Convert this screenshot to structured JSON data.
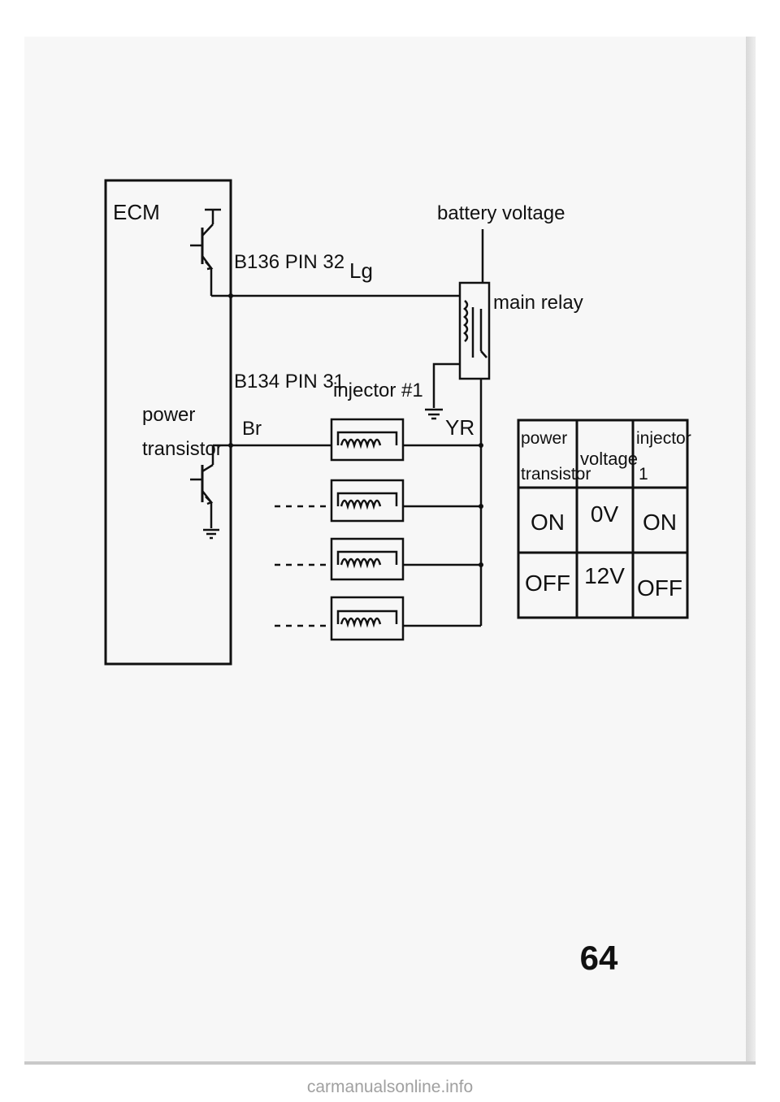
{
  "diagram": {
    "ecm_label": "ECM",
    "battery_label": "battery voltage",
    "pin32_label": "B136 PIN 32",
    "wire_lg_label": "Lg",
    "relay_label": "main relay",
    "pin31_label": "B134 PIN 31",
    "wire_br_label": "Br",
    "injector_label": "injector #1",
    "wire_yr_label": "YR",
    "power_transistor_label": [
      "power",
      "transistor"
    ]
  },
  "table": {
    "headers": [
      [
        "power",
        "transistor"
      ],
      [
        "voltage"
      ],
      [
        "injector",
        "1"
      ]
    ],
    "rows": [
      [
        "ON",
        "0V",
        "ON"
      ],
      [
        "OFF",
        "12V",
        "OFF"
      ]
    ]
  },
  "page_number": "64",
  "watermark": "carmanualsonline.info"
}
